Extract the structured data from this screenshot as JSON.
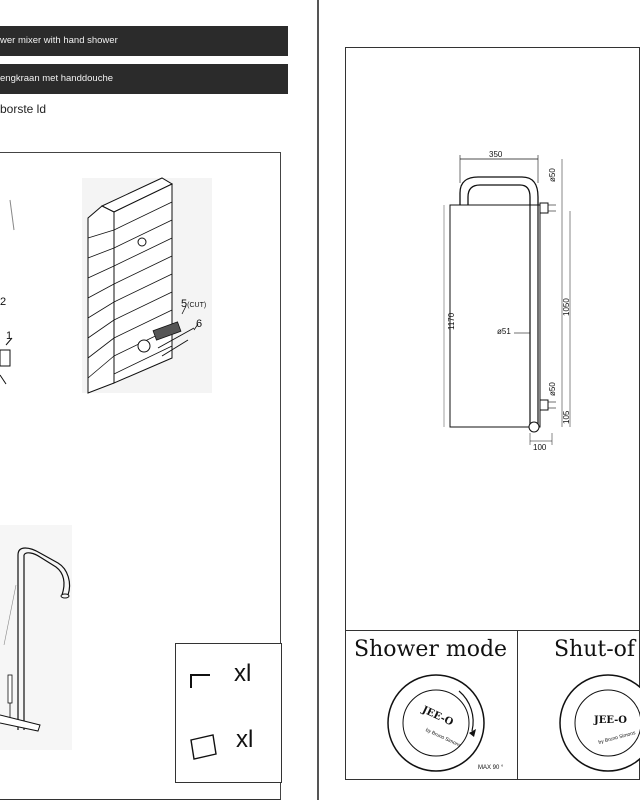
{
  "header": {
    "bar1_text": "wer   mixer with  hand   shower",
    "bar2_text": "engkraan    met   handdouche",
    "subtitle": "borste  ld"
  },
  "install_labels": {
    "step2": "2",
    "step1": "1",
    "step5": "5",
    "step5_note": "(CUT)",
    "step6": "6"
  },
  "parts": {
    "part1_qty": "xl",
    "part2_qty": "xl"
  },
  "dimensions": {
    "top_width": "350",
    "side_diameter_top": "ø50",
    "total_height": "1170",
    "bar_height": "1050",
    "tube_diameter": "ø51",
    "side_diameter_bottom": "ø50",
    "bottom_offset": "105",
    "bottom_width": "100"
  },
  "modes": {
    "shower_mode": "Shower mode",
    "shut_off": "Shut-of",
    "max_label": "MAX 90 °",
    "logo_text": "JEE-O",
    "brand_text": "by Bruno Simons"
  },
  "colors": {
    "header_bar": "#2b2b2b",
    "line": "#111111"
  }
}
